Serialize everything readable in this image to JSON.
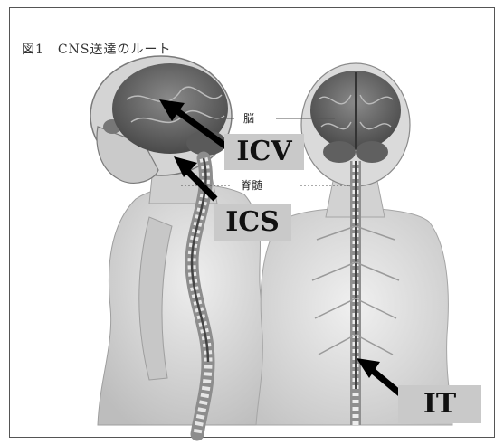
{
  "caption": "図1　CNS送達のルート",
  "labels": {
    "brain": "脳",
    "spinal_cord": "脊髄"
  },
  "routes": {
    "icv": "ICV",
    "ics": "ICS",
    "it": "IT"
  }
}
